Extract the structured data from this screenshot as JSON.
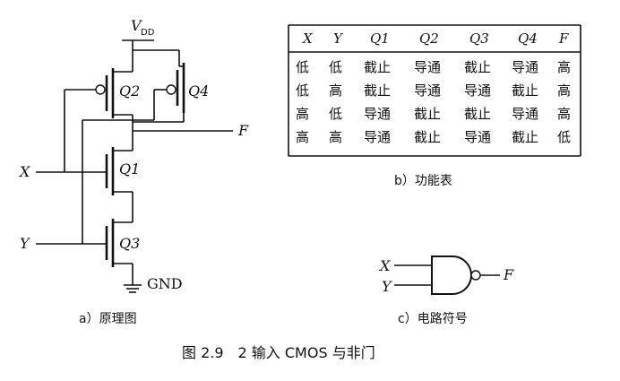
{
  "schematic": {
    "vdd_label": "V",
    "vdd_sub": "DD",
    "gnd_label": "GND",
    "transistors": [
      "Q2",
      "Q4",
      "Q1",
      "Q3"
    ],
    "input_x": "X",
    "input_y": "Y",
    "output_f": "F",
    "caption": "a）原理图"
  },
  "function_table": {
    "headers": [
      "X",
      "Y",
      "Q1",
      "Q2",
      "Q3",
      "Q4",
      "F"
    ],
    "rows": [
      [
        "低",
        "低",
        "截止",
        "导通",
        "截止",
        "导通",
        "高"
      ],
      [
        "低",
        "高",
        "截止",
        "导通",
        "导通",
        "截止",
        "高"
      ],
      [
        "高",
        "低",
        "导通",
        "截止",
        "截止",
        "导通",
        "高"
      ],
      [
        "高",
        "高",
        "导通",
        "截止",
        "导通",
        "截止",
        "低"
      ]
    ],
    "caption": "b）功能表"
  },
  "symbol": {
    "input_x": "X",
    "input_y": "Y",
    "output_f": "F",
    "caption": "c）电路符号"
  },
  "figure_title": "图 2.9　2 输入 CMOS 与非门"
}
